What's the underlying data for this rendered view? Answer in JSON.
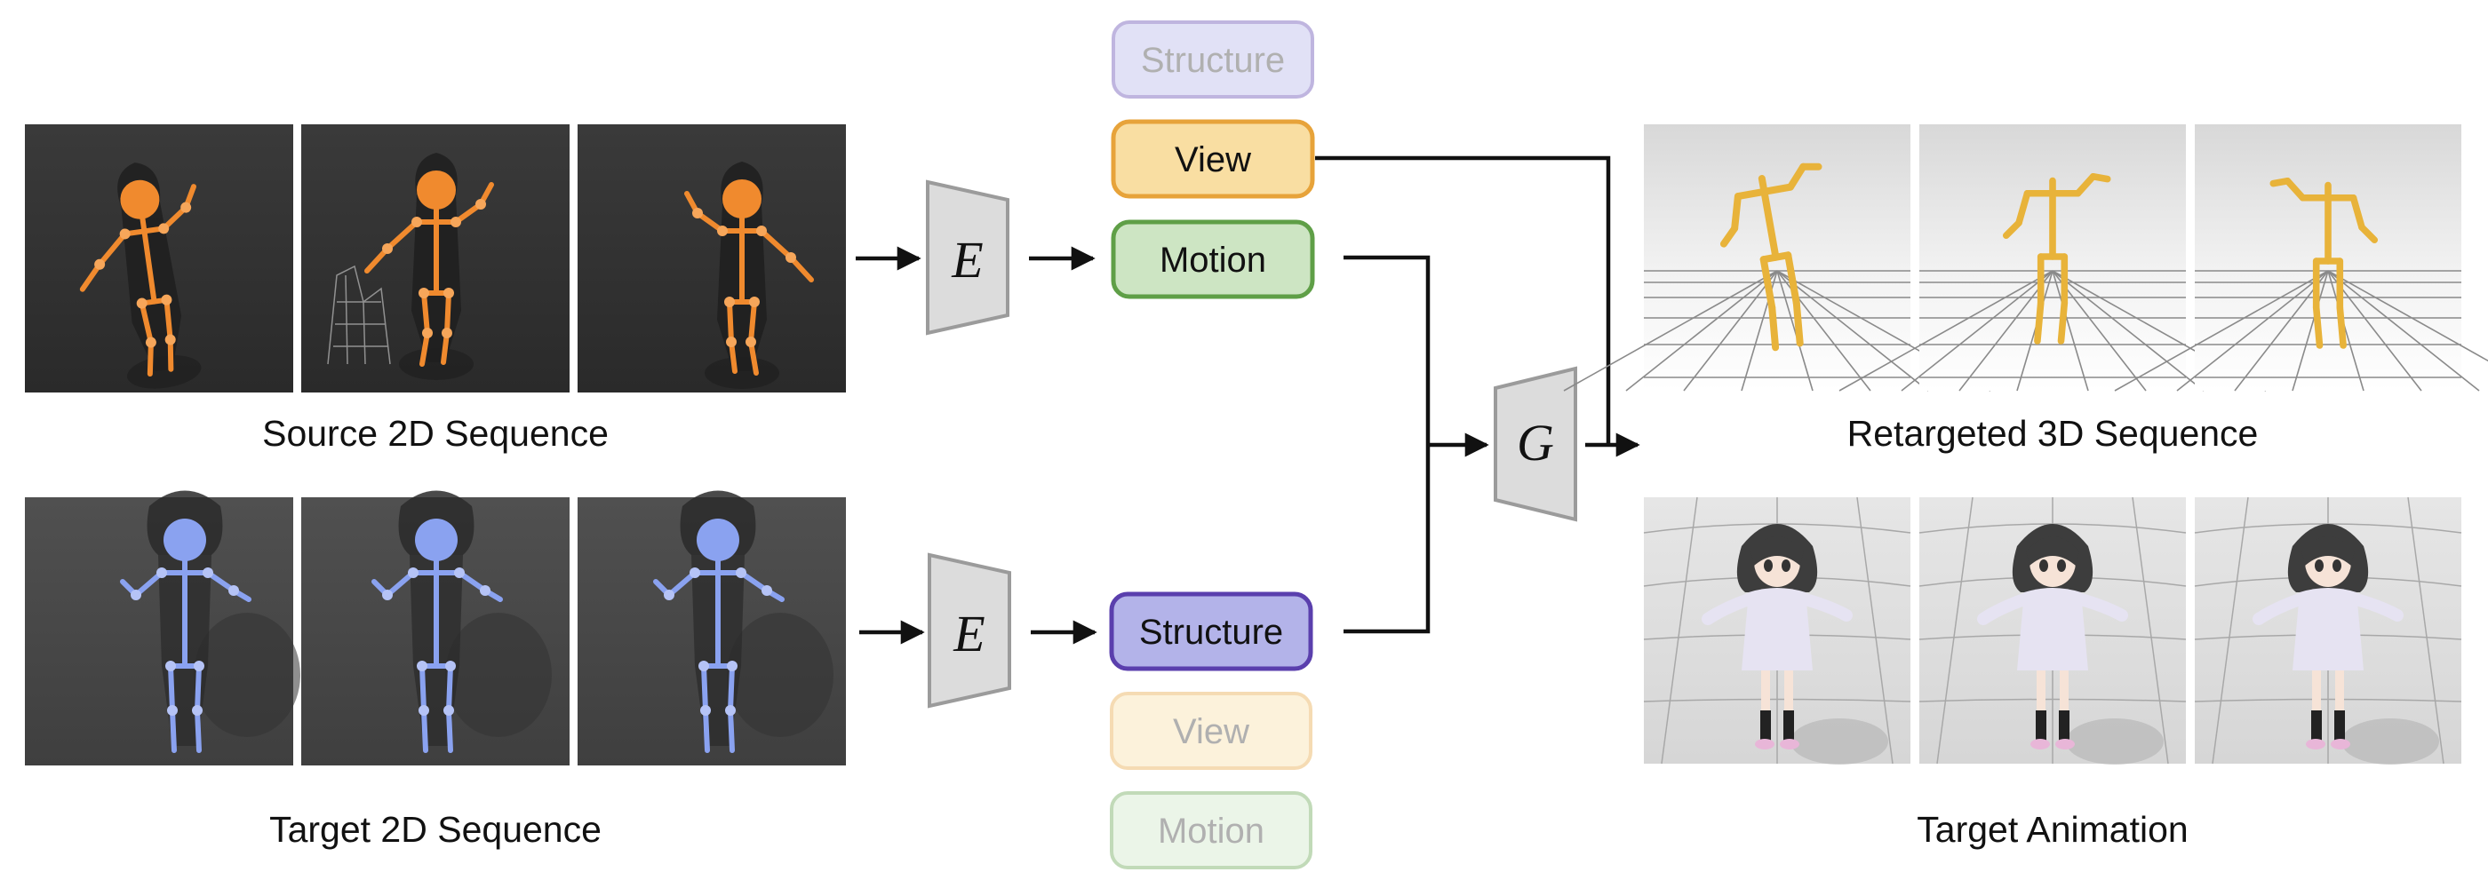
{
  "labels": {
    "source": "Source 2D Sequence",
    "target": "Target 2D Sequence",
    "retargeted": "Retargeted 3D Sequence",
    "animation": "Target Animation"
  },
  "encoder_label": "E",
  "generator_label": "G",
  "tokens": {
    "top": {
      "structure": "Structure",
      "view": "View",
      "motion": "Motion"
    },
    "bottom": {
      "structure": "Structure",
      "view": "View",
      "motion": "Motion"
    }
  },
  "colors": {
    "structure_fill": "#b3b3e9",
    "structure_stroke": "#5a3fad",
    "view_fill": "#f9dea2",
    "view_stroke": "#e7a33a",
    "motion_fill": "#cde5c3",
    "motion_stroke": "#5f9f47",
    "skeleton_orange": "#f08a2e",
    "skeleton_blue": "#8aa2f0",
    "bone_yellow": "#e8b33a"
  }
}
